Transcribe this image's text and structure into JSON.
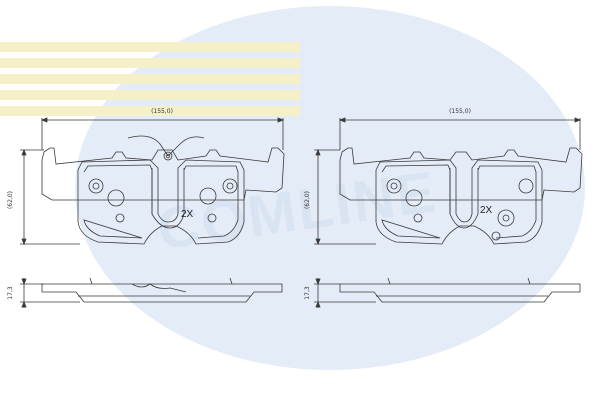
{
  "watermark": {
    "brand_text": "COMLINE",
    "colors": {
      "oval": "#e4ecf7",
      "stripes": "#f6f0c9",
      "lettering": "#d9e4f3"
    }
  },
  "left_drawing": {
    "width_dimension": "(155,0)",
    "height_dimension": "(62,0)",
    "thickness_dimension": "17,3",
    "quantity_label": "2X",
    "has_wear_sensor": true
  },
  "right_drawing": {
    "width_dimension": "(155,0)",
    "height_dimension": "(62,0)",
    "thickness_dimension": "17,3",
    "quantity_label": "2X",
    "has_wear_sensor": false
  },
  "line_color": "#3a3a3a"
}
